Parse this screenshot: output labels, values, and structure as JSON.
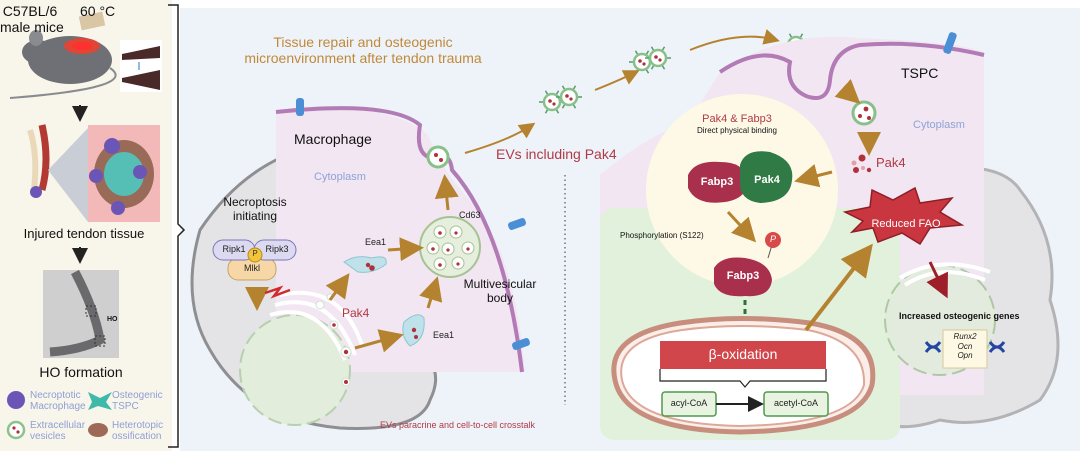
{
  "left_panel": {
    "mouse_label_line1": "C57BL/6",
    "mouse_label_line2": "male mice",
    "temperature": "60 °C",
    "injured_tissue_label": "Injured tendon tissue",
    "xray_ho_label": "HO",
    "ho_formation_label": "HO formation",
    "legend": [
      {
        "icon": "necroptotic-macrophage-icon",
        "label_line1": "Necroptotic",
        "label_line2": "Macrophage"
      },
      {
        "icon": "osteogenic-tspc-icon",
        "label_line1": "Osteogenic",
        "label_line2": "TSPC"
      },
      {
        "icon": "extracellular-vesicle-icon",
        "label_line1": "Extracellular",
        "label_line2": "vesicles"
      },
      {
        "icon": "heterotopic-ossification-icon",
        "label_line1": "Heterotopic",
        "label_line2": "ossification"
      }
    ]
  },
  "main": {
    "title_line1": "Tissue repair and osteogenic",
    "title_line2": "microenvironment after tendon trauma",
    "macrophage": {
      "cell_label": "Macrophage",
      "cytoplasm_label": "Cytoplasm",
      "necroptosis_line1": "Necroptosis",
      "necroptosis_line2": "initiating",
      "ripk1": "Ripk1",
      "ripk3": "Ripk3",
      "phospho": "P",
      "mlkl": "Mlkl",
      "eea1_top": "Eea1",
      "eea1_bottom": "Eea1",
      "pak4": "Pak4",
      "cd63": "Cd63",
      "mvb_line1": "Multivesicular",
      "mvb_line2": "body"
    },
    "evs_label": "EVs including Pak4",
    "crosstalk_label": "EVs paracrine and cell-to-cell crosstalk",
    "tspc": {
      "cell_label": "TSPC",
      "cytoplasm_label": "Cytoplasm",
      "pak4": "Pak4",
      "binding_title": "Pak4 & Fabp3",
      "binding_subtitle": "Direct physical binding",
      "fabp3": "Fabp3",
      "pak4_protein": "Pak4",
      "phosphorylation": "Phosphorylation (S122)",
      "phospho": "P",
      "fabp3_phospho": "Fabp3",
      "beta_oxidation": "β-oxidation",
      "acyl_coa": "acyl-CoA",
      "acetyl_coa": "acetyl-CoA",
      "reduced_fao": "Reduced FAO",
      "increased_genes": "Increased osteogenic genes",
      "genes": [
        "Runx2",
        "Ocn",
        "Opn"
      ]
    }
  },
  "colors": {
    "title": "#c0893a",
    "red_text": "#b03a45",
    "arrow": "#b5832f",
    "membrane": "#b27bb5",
    "cytoplasm": "#f1e6f1",
    "legend_text": "#8f9fd6",
    "cytoplasm_text": "#8ea3d8",
    "fabp3": "#a9304d",
    "pak4": "#2f7a45",
    "beta_ox": "#d0464a",
    "green_region": "#e2f1dc",
    "binding_circle": "#fdf9e6"
  }
}
